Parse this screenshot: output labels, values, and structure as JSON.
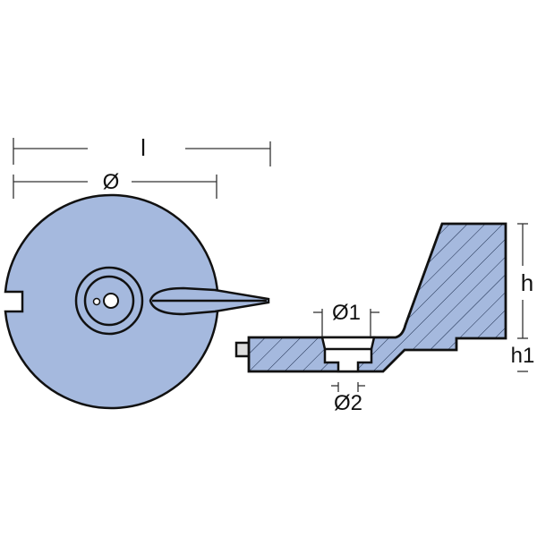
{
  "labels": {
    "length": "l",
    "diameter": "Ø",
    "diameter1": "Ø1",
    "diameter2": "Ø2",
    "height": "h",
    "height1": "h1"
  },
  "colors": {
    "fill": "#a5b9de",
    "outline": "#111111",
    "dimension": "#333333"
  }
}
